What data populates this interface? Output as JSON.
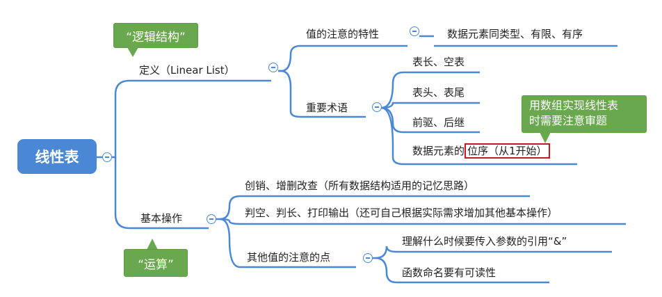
{
  "root": {
    "label": "线性表"
  },
  "branches": {
    "definition": {
      "label": "定义（Linear List）",
      "characteristic": {
        "label": "值的注意的特性",
        "detail": "数据元素同类型、有限、有序"
      },
      "terms": {
        "label": "重要术语",
        "items": [
          "表长、空表",
          "表头、表尾",
          "前驱、后继"
        ],
        "position": {
          "prefix": "数据元素的",
          "highlighted": "位序（从1开始）"
        }
      }
    },
    "operations": {
      "label": "基本操作",
      "items": [
        "创销、增删改查（所有数据结构适用的记忆思路）",
        "判空、判长、打印输出（还可自己根据实际需求增加其他基本操作）"
      ],
      "notes": {
        "label": "其他值的注意的点",
        "items": [
          "理解什么时候要传入参数的引用“&”",
          "函数命名要有可读性"
        ]
      }
    }
  },
  "callouts": {
    "logic": "“逻辑结构”",
    "compute": "“运算”",
    "note": {
      "line1": "用数组实现线性表",
      "line2": "时需要注意审题"
    }
  },
  "colors": {
    "root": "#4a88d6",
    "line": "#4a88d6",
    "callout": "#6aa84f",
    "highlight": "#c8171f"
  }
}
